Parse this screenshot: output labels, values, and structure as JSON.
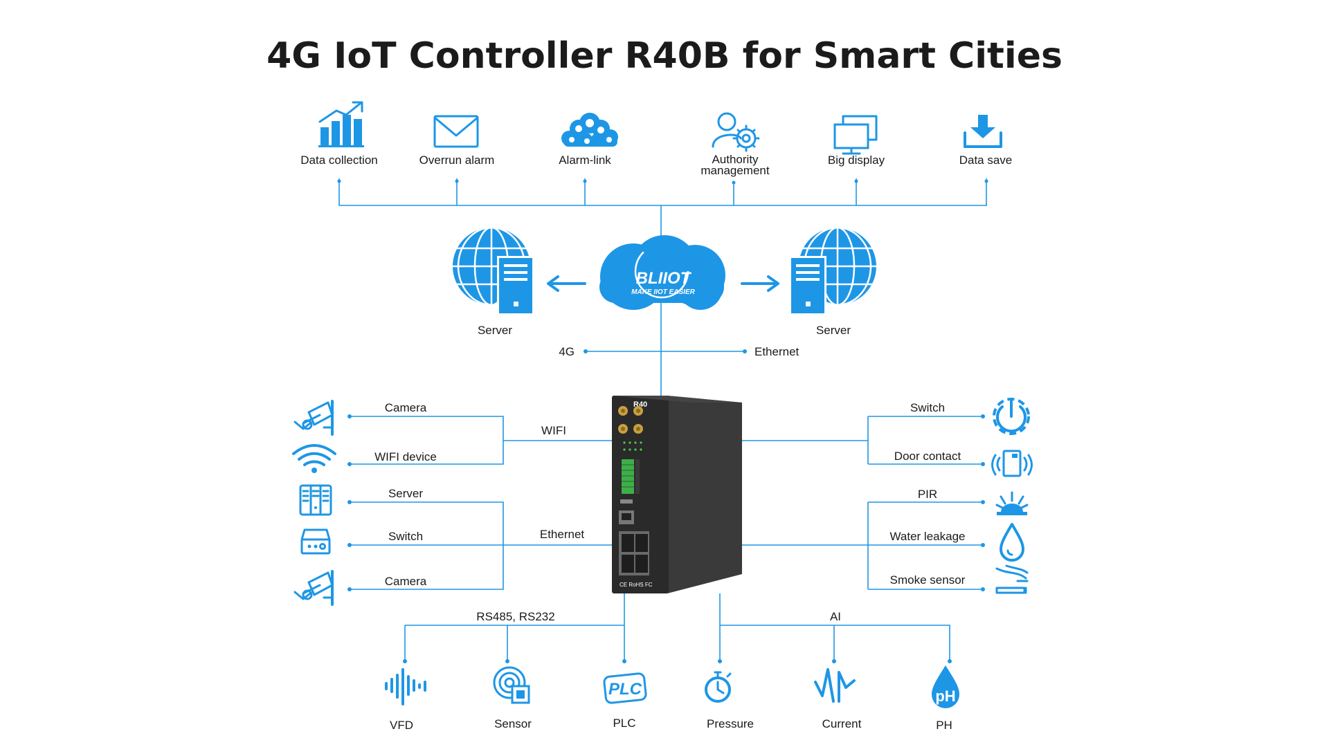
{
  "title": "4G IoT Controller R40B for Smart Cities",
  "colors": {
    "accent": "#1e96e6",
    "device_body": "#2a2a2a",
    "terminal_green": "#3fae4a"
  },
  "top_features": [
    {
      "label": "Data collection",
      "icon": "bar-chart-growth-icon"
    },
    {
      "label": "Overrun alarm",
      "icon": "envelope-icon"
    },
    {
      "label": "Alarm-link",
      "icon": "gears-cloud-icon"
    },
    {
      "label": "Authority management",
      "label_line1": "Authority",
      "label_line2": "management",
      "icon": "user-gear-icon"
    },
    {
      "label": "Big display",
      "icon": "dual-monitor-icon"
    },
    {
      "label": "Data save",
      "icon": "download-tray-icon"
    }
  ],
  "cloud": {
    "brand": "BLIIOT",
    "slogan": "MAKE IIOT EASIER",
    "icon": "cloud-icon"
  },
  "servers": [
    {
      "label": "Server",
      "icon": "globe-server-icon"
    },
    {
      "label": "Server",
      "icon": "globe-server-icon"
    }
  ],
  "links": {
    "left": "4G",
    "right": "Ethernet"
  },
  "device": {
    "model": "R40",
    "marks": "CE RoHS FC"
  },
  "left_groups": {
    "wifi": {
      "label": "WIFI",
      "items": [
        {
          "label": "Camera",
          "icon": "security-camera-icon"
        },
        {
          "label": "WIFI device",
          "icon": "wifi-icon"
        }
      ]
    },
    "ethernet": {
      "label": "Ethernet",
      "items": [
        {
          "label": "Server",
          "icon": "server-rack-icon"
        },
        {
          "label": "Switch",
          "icon": "network-switch-icon"
        },
        {
          "label": "Camera",
          "icon": "security-camera-icon"
        }
      ]
    }
  },
  "right_items": [
    {
      "label": "Switch",
      "icon": "power-button-icon"
    },
    {
      "label": "Door contact",
      "icon": "door-sensor-icon"
    },
    {
      "label": "PIR",
      "icon": "motion-alarm-icon"
    },
    {
      "label": "Water leakage",
      "icon": "water-drop-icon"
    },
    {
      "label": "Smoke sensor",
      "icon": "smoke-icon"
    }
  ],
  "bottom_groups": {
    "serial": {
      "label": "RS485, RS232",
      "items": [
        {
          "label": "VFD",
          "icon": "sound-wave-icon"
        },
        {
          "label": "Sensor",
          "icon": "sensor-icon"
        },
        {
          "label": "PLC",
          "icon": "plc-badge-icon",
          "badge": "PLC"
        }
      ]
    },
    "analog": {
      "label": "AI",
      "items": [
        {
          "label": "Pressure",
          "icon": "stopwatch-gauge-icon"
        },
        {
          "label": "Current",
          "icon": "current-wave-icon"
        },
        {
          "label": "PH",
          "icon": "ph-drop-icon",
          "badge": "pH"
        }
      ]
    }
  }
}
